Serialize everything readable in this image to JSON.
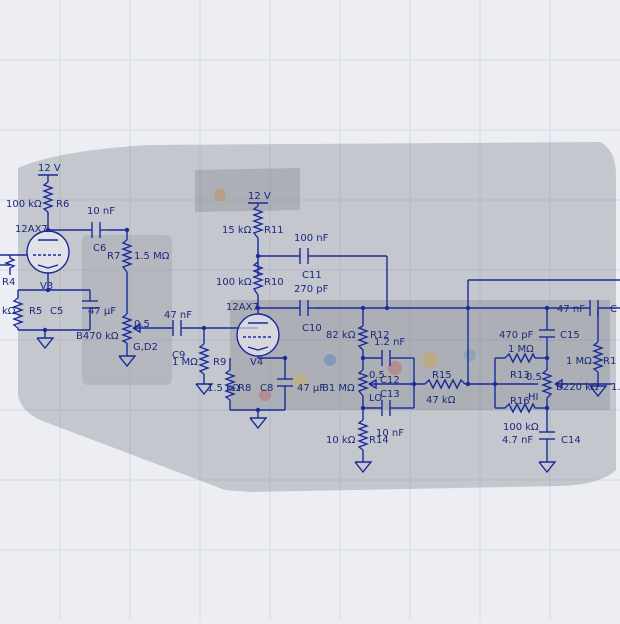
{
  "labels": {
    "v12_left": "12 V",
    "v12_mid": "12 V",
    "r6_val": "100 kΩ",
    "r6": "R6",
    "c6_val": "10 nF",
    "c6": "C6",
    "tube_left": "12AX7",
    "r7": "R7",
    "r7_val": "1.5 MΩ",
    "r4": "R4",
    "v3": "V3",
    "r5_val": "kΩ",
    "r5": "R5",
    "c5": "C5",
    "c5_val": "47 µF",
    "b470": "B470 kΩ",
    "pot_05_left": "0.5",
    "gd2": "G,D2",
    "c9_val": "47 nF",
    "c9": "C9",
    "r9_val": "1 MΩ",
    "r9": "R9",
    "r11_val": "15 kΩ",
    "r11": "R11",
    "c11_val": "100 nF",
    "c11": "C11",
    "r10_val": "100 kΩ",
    "r10": "R10",
    "c10_val": "270 pF",
    "c10": "C10",
    "tube_mid": "12AX7",
    "v4": "V4",
    "r8_val": "1.5 kΩ",
    "r8": "R8",
    "c8": "C8",
    "c8_val": "47 µF",
    "b1": "B1 MΩ",
    "r12_val": "82 kΩ",
    "r12": "R12",
    "c12_val": "1.2 nF",
    "c12": "C12",
    "pot_05_mid": "0.5",
    "lo": "LO",
    "c13": "C13",
    "c13_val": "10 nF",
    "r14_val": "10 kΩ",
    "r14": "R14",
    "r15": "R15",
    "r15_val": "47 kΩ",
    "c15_val": "470 pF",
    "c15": "C15",
    "r13_val": "1 MΩ",
    "r13": "R13",
    "pot_05_right": "0.5",
    "b220": "B220 kΩ",
    "r16": "R16",
    "hi": "HI",
    "r16_val": "100 kΩ",
    "c14_val": "4.7 nF",
    "c14": "C14",
    "c_right_val": "47 nF",
    "c_right": "C",
    "r_right_val": "1 MΩ",
    "r_right": "R1",
    "right_cut": "1."
  },
  "colors": {
    "background": "#eceef4",
    "wire": "#1a2a9a",
    "amp_body": "#5a5f6a"
  }
}
